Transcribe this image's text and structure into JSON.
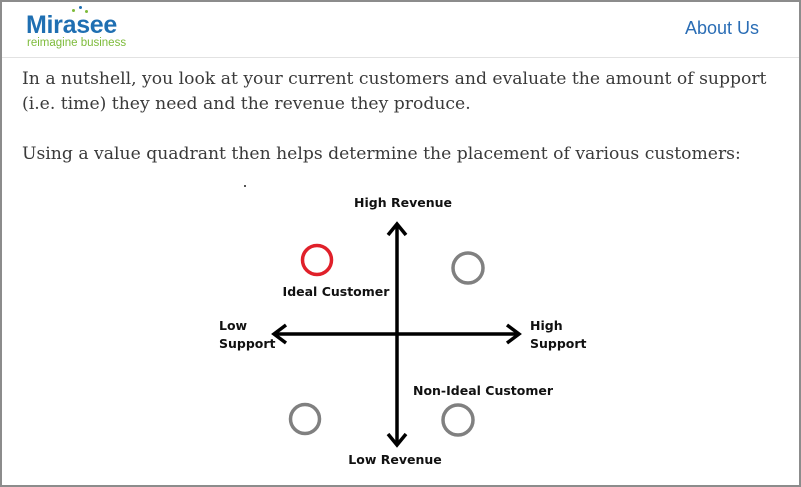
{
  "header": {
    "logo_name": "Mirasee",
    "logo_tagline": "reimagine business",
    "nav_about": "About Us"
  },
  "content": {
    "paragraph_1": "In a nutshell, you look at your current customers and evaluate the amount of support (i.e. time) they need and the revenue they produce.",
    "paragraph_2": "Using a value quadrant then helps determine the placement of various customers:"
  },
  "diagram": {
    "top_label": "High Revenue",
    "bottom_label": "Low Revenue",
    "left_label_line1": "Low",
    "left_label_line2": "Support",
    "right_label_line1": "High",
    "right_label_line2": "Support",
    "ideal_label": "Ideal Customer",
    "nonideal_label": "Non-Ideal Customer"
  },
  "colors": {
    "brand_blue": "#1f6fb2",
    "brand_green": "#7dbb3a",
    "ideal_circle": "#e0202a",
    "other_circle": "#808080",
    "axis": "#000000"
  }
}
